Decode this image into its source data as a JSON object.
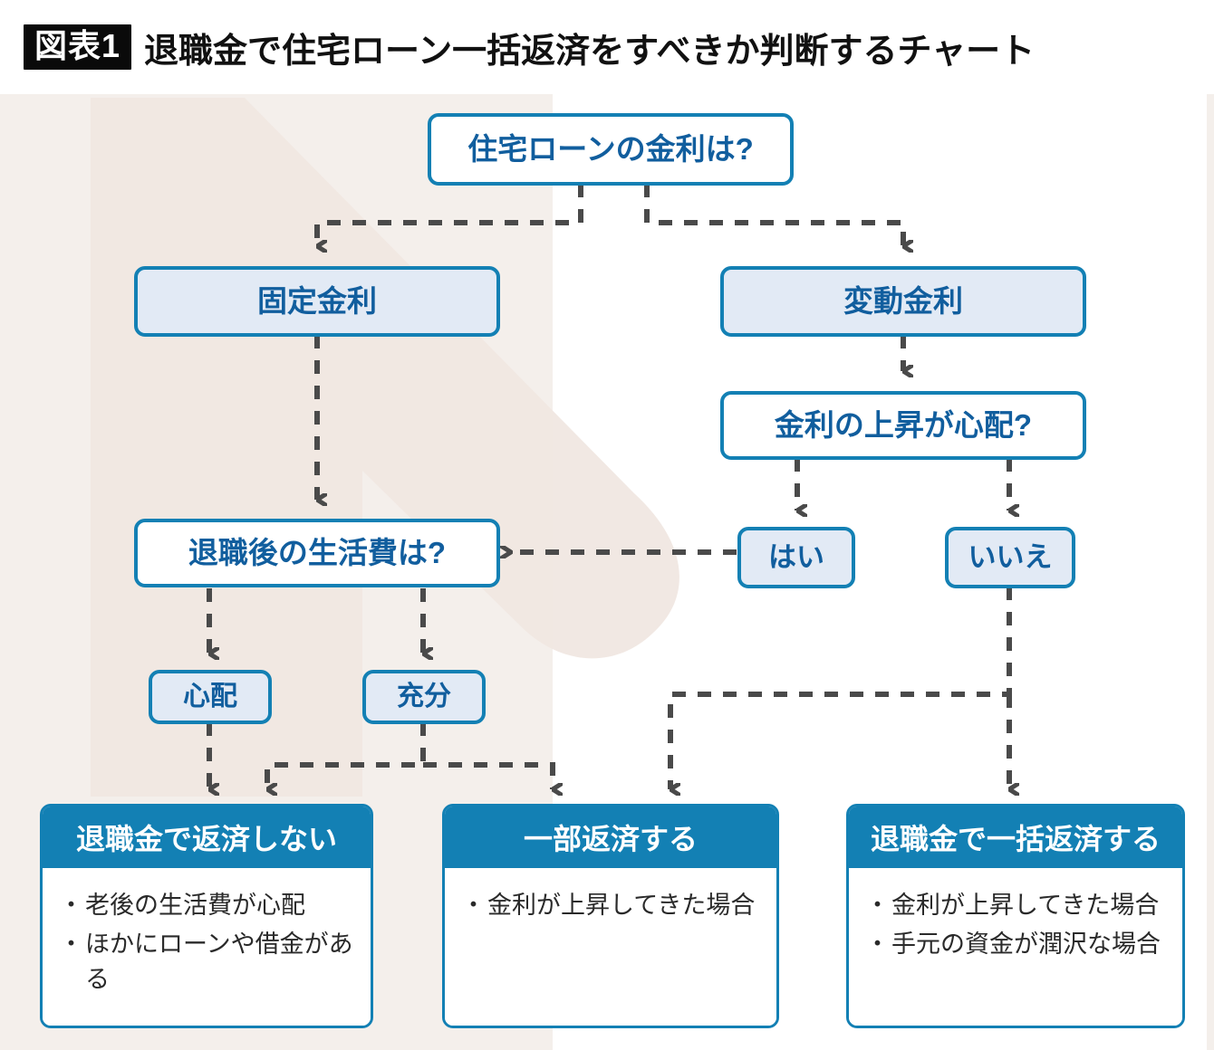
{
  "header": {
    "badge": "図表1",
    "title": "退職金で住宅ローン一括返済をすべきか判断するチャート"
  },
  "colors": {
    "border_blue": "#1380B4",
    "node_text_blue": "#115E9E",
    "node_fill_light": "#E2EAF5",
    "card_header_blue": "#1380B4",
    "connector_gray": "#4A4A4A",
    "background_beige": "#F2EDE8",
    "badge_black": "#0A0A0A",
    "page_white": "#FFFFFF"
  },
  "chart_data": {
    "type": "flowchart",
    "title": "退職金で住宅ローン一括返済をすべきか判断するチャート",
    "nodes": [
      {
        "id": "q_rate",
        "label": "住宅ローンの金利は?",
        "kind": "decision",
        "style": "white"
      },
      {
        "id": "fixed",
        "label": "固定金利",
        "kind": "option",
        "style": "fill"
      },
      {
        "id": "variable",
        "label": "変動金利",
        "kind": "option",
        "style": "fill"
      },
      {
        "id": "q_rise",
        "label": "金利の上昇が心配?",
        "kind": "decision",
        "style": "white"
      },
      {
        "id": "yes",
        "label": "はい",
        "kind": "option",
        "style": "fill"
      },
      {
        "id": "no",
        "label": "いいえ",
        "kind": "option",
        "style": "fill"
      },
      {
        "id": "q_living",
        "label": "退職後の生活費は?",
        "kind": "decision",
        "style": "white"
      },
      {
        "id": "worried",
        "label": "心配",
        "kind": "option",
        "style": "fill"
      },
      {
        "id": "enough",
        "label": "充分",
        "kind": "option",
        "style": "fill"
      }
    ],
    "results": [
      {
        "id": "res_no_repay",
        "title": "退職金で返済しない",
        "bullets": [
          "老後の生活費が心配",
          "ほかにローンや借金がある"
        ]
      },
      {
        "id": "res_partial",
        "title": "一部返済する",
        "bullets": [
          "金利が上昇してきた場合"
        ]
      },
      {
        "id": "res_full",
        "title": "退職金で一括返済する",
        "bullets": [
          "金利が上昇してきた場合",
          "手元の資金が潤沢な場合"
        ]
      }
    ],
    "edges": [
      {
        "from": "q_rate",
        "to": "fixed"
      },
      {
        "from": "q_rate",
        "to": "variable"
      },
      {
        "from": "fixed",
        "to": "q_living"
      },
      {
        "from": "variable",
        "to": "q_rise"
      },
      {
        "from": "q_rise",
        "to": "yes"
      },
      {
        "from": "q_rise",
        "to": "no"
      },
      {
        "from": "yes",
        "to": "q_living"
      },
      {
        "from": "q_living",
        "to": "worried"
      },
      {
        "from": "q_living",
        "to": "enough"
      },
      {
        "from": "worried",
        "to": "res_no_repay"
      },
      {
        "from": "enough",
        "to": "res_no_repay"
      },
      {
        "from": "enough",
        "to": "res_partial"
      },
      {
        "from": "no",
        "to": "res_partial"
      },
      {
        "from": "no",
        "to": "res_full"
      }
    ],
    "edge_style": "dashed-with-arrowheads"
  },
  "bullet_mark": "・"
}
